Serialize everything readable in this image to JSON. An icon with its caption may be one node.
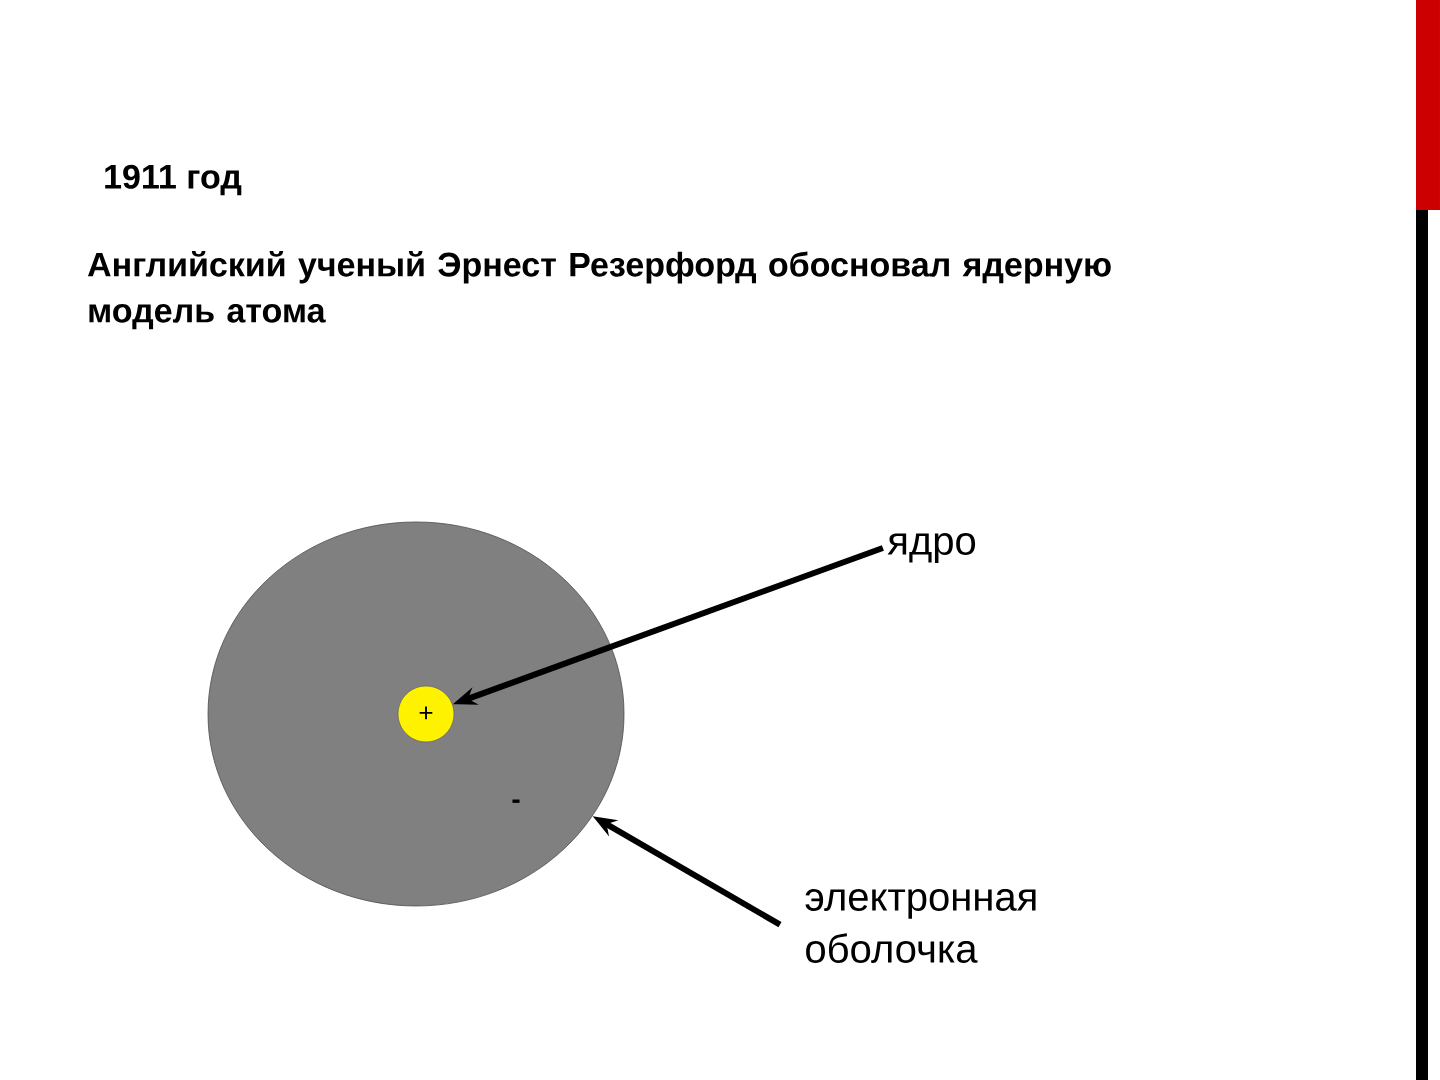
{
  "diagram": {
    "title": "1911 год",
    "nodes": [
      {
        "text": [
          "-"
        ]
      },
      {
        "text": [
          "+"
        ],
        "in": 0
      },
      {
        "text": [
          "ядро"
        ]
      },
      {
        "text": [
          "электронная оболочка"
        ]
      }
    ],
    "edges": [
      {
        "from": 2,
        "to": 1,
        "arrow": "to"
      },
      {
        "from": 3,
        "to": 0,
        "arrow": "to"
      }
    ],
    "labels": [
      "Английский ученый Эрнест Резерфорд обосновал ядерную модель атома"
    ]
  }
}
